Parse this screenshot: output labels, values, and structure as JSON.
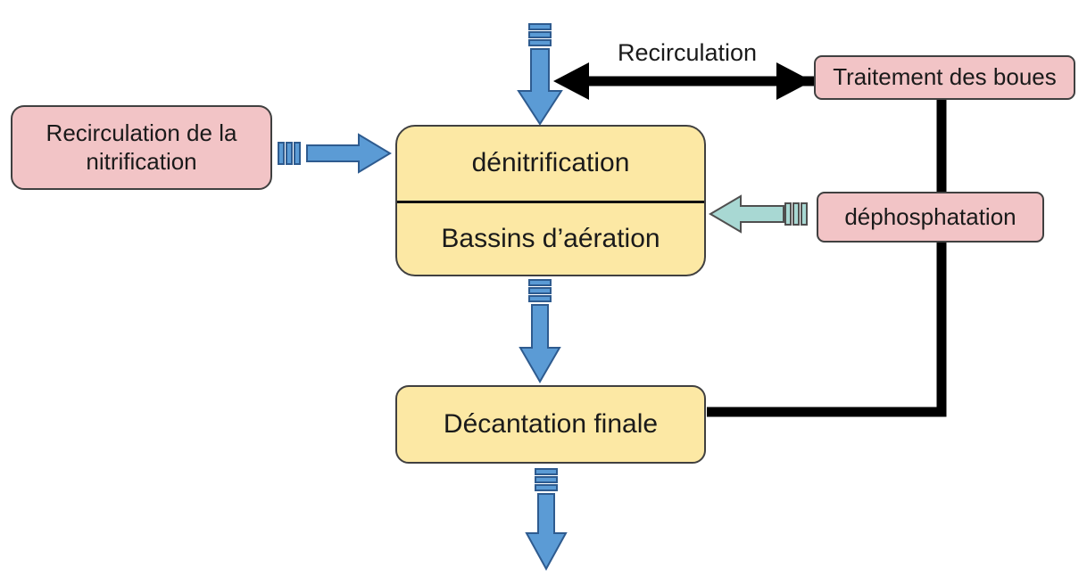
{
  "diagram": {
    "labels": {
      "recirculation": "Recirculation"
    },
    "boxes": {
      "traitement_boues": {
        "label": "Traitement des boues"
      },
      "recirculation_nitrification": {
        "label": "Recirculation de la nitrification"
      },
      "denitrification": {
        "label": "dénitrification"
      },
      "bassins_aeration": {
        "label": "Bassins d’aération"
      },
      "dephosphatation": {
        "label": "déphosphatation"
      },
      "decantation_finale": {
        "label": "Décantation finale"
      }
    },
    "colors": {
      "box_pink": "#F2C4C6",
      "box_yellow": "#FCE8A4",
      "box_border": "#404040",
      "arrow_blue": "#5B9BD5",
      "arrow_blue_border": "#2E5B8F",
      "arrow_teal": "#A8D8D3",
      "arrow_teal_border": "#4F4F4F",
      "connector_black": "#000000"
    }
  }
}
